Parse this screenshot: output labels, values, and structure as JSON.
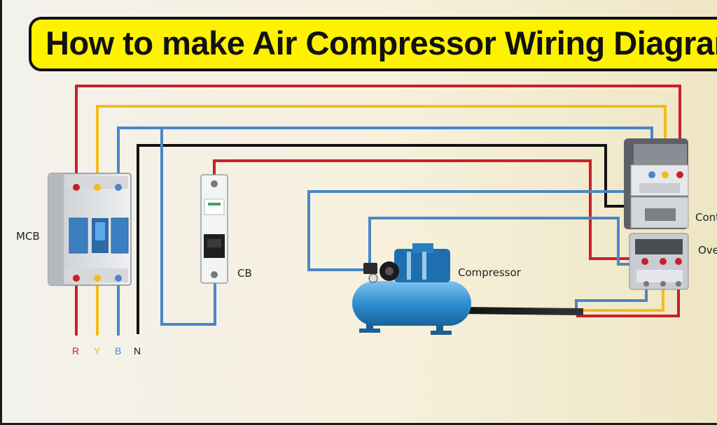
{
  "title": "How to make Air Compressor Wiring Diagram",
  "components": {
    "mcb": "MCB",
    "cb": "CB",
    "compressor": "Compressor",
    "contactor": "Cont",
    "overload": "Ove"
  },
  "terminals": {
    "r": "R",
    "y": "Y",
    "b": "B",
    "n": "N"
  },
  "colors": {
    "r": "#c8202a",
    "y": "#f2bd18",
    "b": "#4a86c8",
    "n": "#111111",
    "banner": "#fff200"
  }
}
